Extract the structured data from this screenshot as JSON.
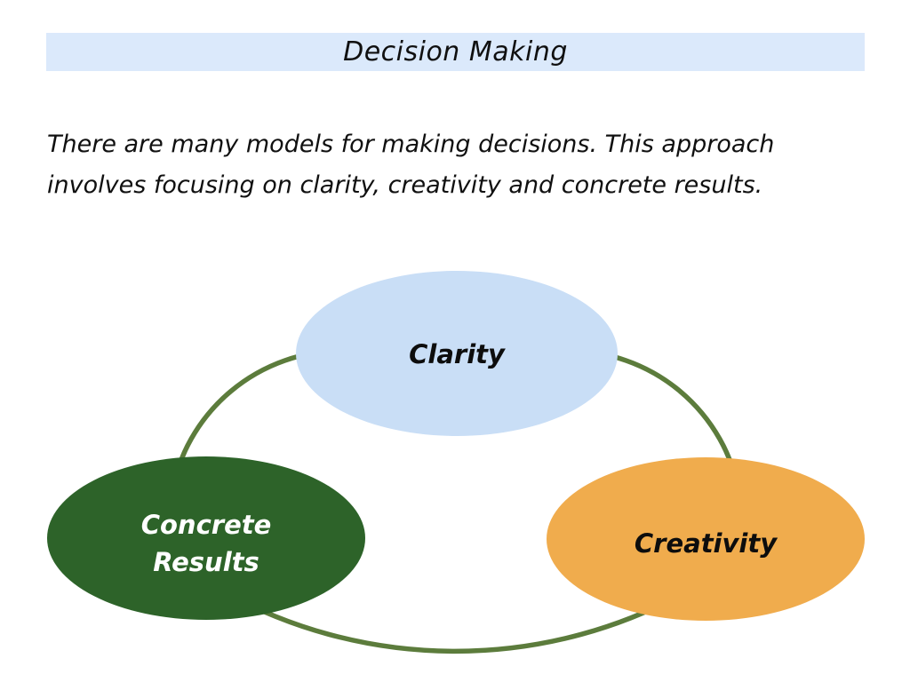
{
  "header": {
    "title": "Decision Making",
    "background": "#dbe9fb",
    "text_color": "#101010"
  },
  "intro": {
    "lines": [
      "There are many models for making decisions. This approach",
      "involves focusing on clarity, creativity and concrete results."
    ],
    "text_color": "#101010"
  },
  "diagram": {
    "connector_color": "#5c7c3c",
    "nodes": {
      "clarity": {
        "label": "Clarity",
        "fill": "#c9def6",
        "text_color": "#0d0d0d"
      },
      "concrete": {
        "label": "Concrete Results",
        "fill": "#2d6329",
        "text_color": "#ffffff"
      },
      "creativity": {
        "label": "Creativity",
        "fill": "#f0ac4d",
        "text_color": "#0d0d0d"
      }
    }
  }
}
